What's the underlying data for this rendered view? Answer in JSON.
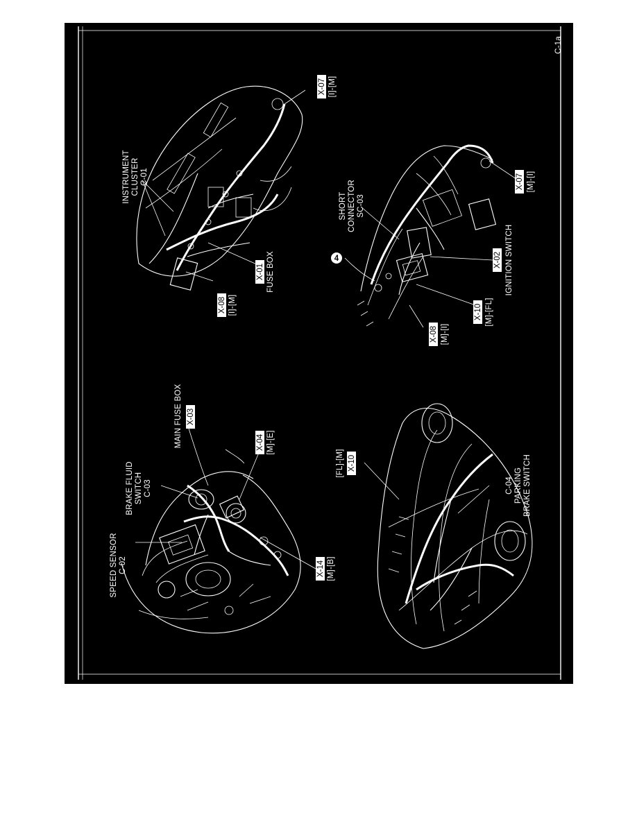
{
  "page_id": "C-1a",
  "colors": {
    "background": "#000000",
    "ink": "#ffffff",
    "tag_fill": "#ffffff",
    "tag_text": "#000000"
  },
  "engine_bay": {
    "speed_sensor": [
      "SPEED SENSOR",
      "C-02"
    ],
    "brake_fluid_switch": [
      "BRAKE FLUID",
      "SWITCH",
      "C-03"
    ],
    "main_fuse_box": {
      "label": "MAIN FUSE BOX",
      "tag": "X-03"
    },
    "x04": {
      "tag": "X-04",
      "loc": "[M]-[E]"
    },
    "x14": {
      "tag": "X-14",
      "loc": "[M]-[B]"
    }
  },
  "vehicle": {
    "x10": {
      "loc": "[FL]-[M]",
      "tag": "X-10"
    },
    "parking_brake_switch": [
      "C-04",
      "PARKING",
      "BRAKE SWITCH"
    ]
  },
  "dash": {
    "instrument_cluster": [
      "INSTRUMENT",
      "CLUSTER",
      "C-01"
    ],
    "x07": {
      "tag": "X-07",
      "loc": "[I]-[M]"
    },
    "x08": {
      "tag": "X-08",
      "loc": "[I]-[M]"
    },
    "x01": {
      "tag": "X-01",
      "label": "FUSE BOX"
    }
  },
  "steering": {
    "short_connector": [
      "SHORT",
      "CONNECTOR",
      "SC-03"
    ],
    "callout_number": "4",
    "x02": {
      "tag": "X-02",
      "label": "IGNITION SWITCH"
    },
    "x10": {
      "tag": "X-10",
      "loc": "[M]-[FL]"
    },
    "x08": {
      "tag": "X-08",
      "loc": "[M]-[I]"
    },
    "x07": {
      "tag": "X-07",
      "loc": "[M]-[I]"
    }
  }
}
